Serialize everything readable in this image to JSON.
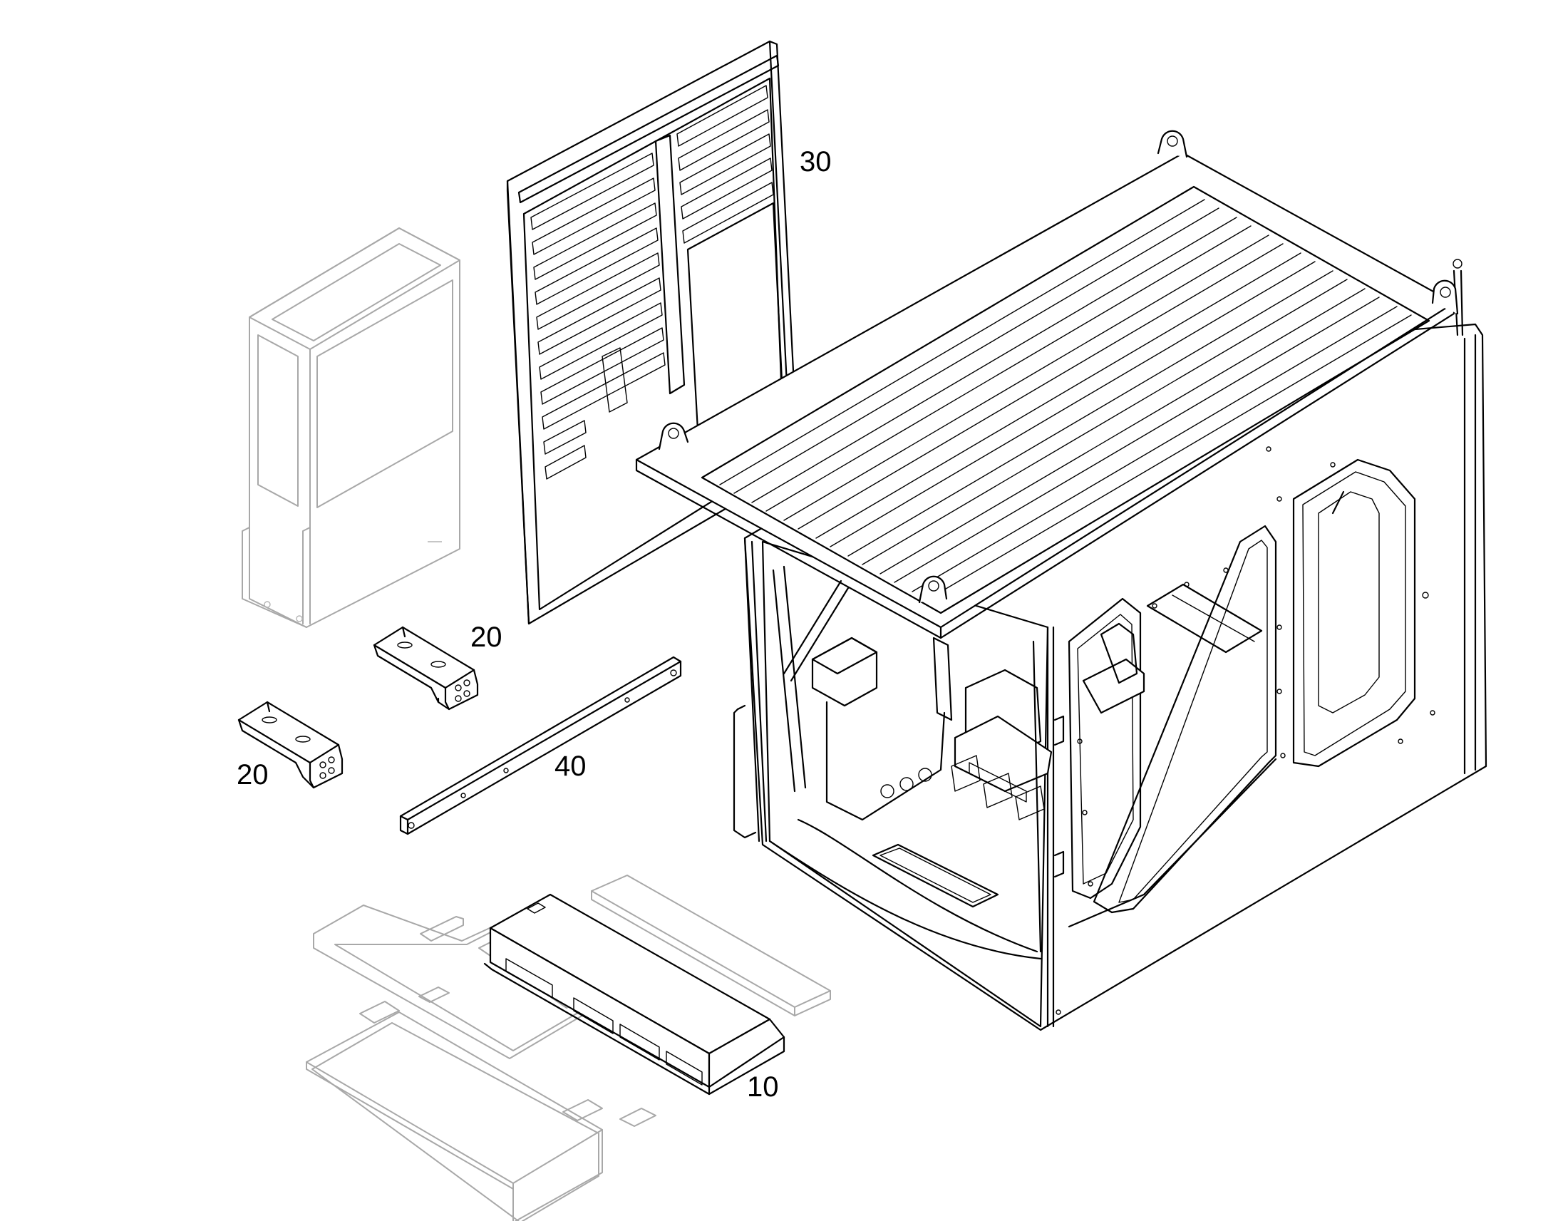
{
  "callouts": {
    "part_10": "10",
    "part_20_upper": "20",
    "part_20_lower": "20",
    "part_30": "30",
    "part_40": "40"
  },
  "colors": {
    "line": "#000000",
    "ghost_line": "#a8a8a8",
    "background": "#ffffff"
  }
}
